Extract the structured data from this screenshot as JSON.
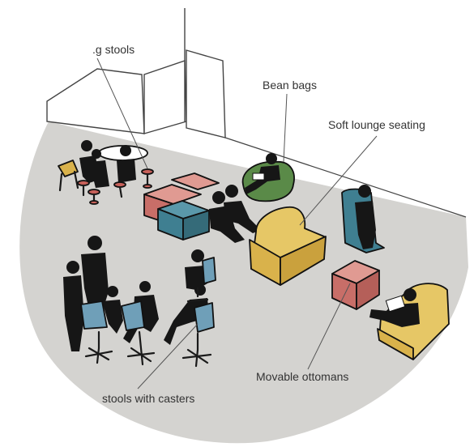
{
  "labels": {
    "stools": ".g stools",
    "bean_bags": "Bean bags",
    "soft_lounge": "Soft lounge seating",
    "ottomans": "Movable ottomans",
    "casters": "stools with casters"
  },
  "colors": {
    "floor": "#d4d3d0",
    "walls": "#ffffff",
    "stool_red": "#c8615a",
    "chair_yellow": "#d9b24b",
    "bean_green": "#5a8a48",
    "ottoman_pink": "#d27b74",
    "ottoman_blue": "#3f7f91",
    "lounge_yellow": "#e6c766",
    "chair_blue": "#6f9fb8",
    "silhouette": "#161616"
  }
}
